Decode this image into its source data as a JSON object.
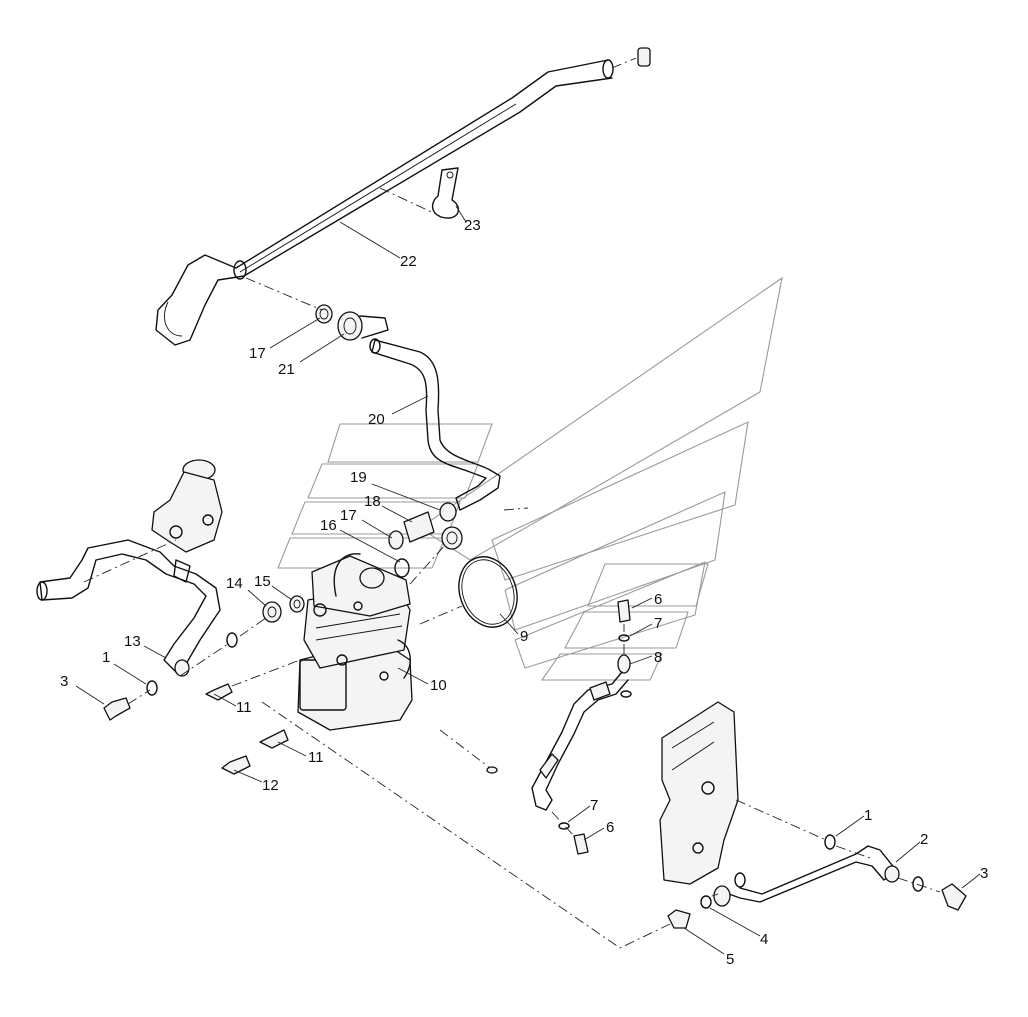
{
  "callouts": [
    {
      "id": "c-23",
      "text": "23"
    },
    {
      "id": "c-22",
      "text": "22"
    },
    {
      "id": "c-17a",
      "text": "17"
    },
    {
      "id": "c-21",
      "text": "21"
    },
    {
      "id": "c-20",
      "text": "20"
    },
    {
      "id": "c-19",
      "text": "19"
    },
    {
      "id": "c-18",
      "text": "18"
    },
    {
      "id": "c-17b",
      "text": "17"
    },
    {
      "id": "c-16",
      "text": "16"
    },
    {
      "id": "c-14",
      "text": "14"
    },
    {
      "id": "c-15",
      "text": "15"
    },
    {
      "id": "c-13",
      "text": "13"
    },
    {
      "id": "c-1a",
      "text": "1"
    },
    {
      "id": "c-3a",
      "text": "3"
    },
    {
      "id": "c-11a",
      "text": "11"
    },
    {
      "id": "c-11b",
      "text": "11"
    },
    {
      "id": "c-12",
      "text": "12"
    },
    {
      "id": "c-10",
      "text": "10"
    },
    {
      "id": "c-9",
      "text": "9"
    },
    {
      "id": "c-6a",
      "text": "6"
    },
    {
      "id": "c-7a",
      "text": "7"
    },
    {
      "id": "c-8",
      "text": "8"
    },
    {
      "id": "c-7b",
      "text": "7"
    },
    {
      "id": "c-6b",
      "text": "6"
    },
    {
      "id": "c-1b",
      "text": "1"
    },
    {
      "id": "c-2",
      "text": "2"
    },
    {
      "id": "c-3b",
      "text": "3"
    },
    {
      "id": "c-4",
      "text": "4"
    },
    {
      "id": "c-5",
      "text": "5"
    }
  ]
}
